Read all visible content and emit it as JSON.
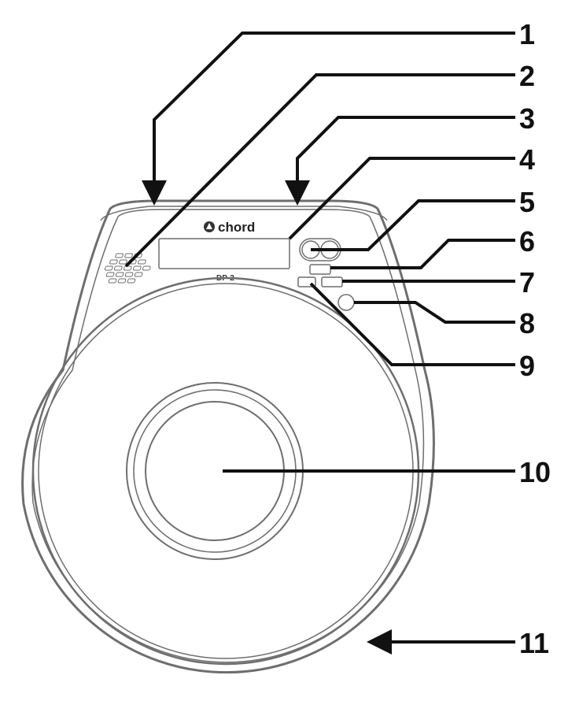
{
  "device": {
    "brand": "chord",
    "model": "DP-2"
  },
  "callouts": [
    {
      "number": "1"
    },
    {
      "number": "2"
    },
    {
      "number": "3"
    },
    {
      "number": "4"
    },
    {
      "number": "5"
    },
    {
      "number": "6"
    },
    {
      "number": "7"
    },
    {
      "number": "8"
    },
    {
      "number": "9"
    },
    {
      "number": "10"
    },
    {
      "number": "11"
    }
  ],
  "colors": {
    "outline": "#6e6e6e",
    "leader": "#111111",
    "background": "#ffffff"
  }
}
